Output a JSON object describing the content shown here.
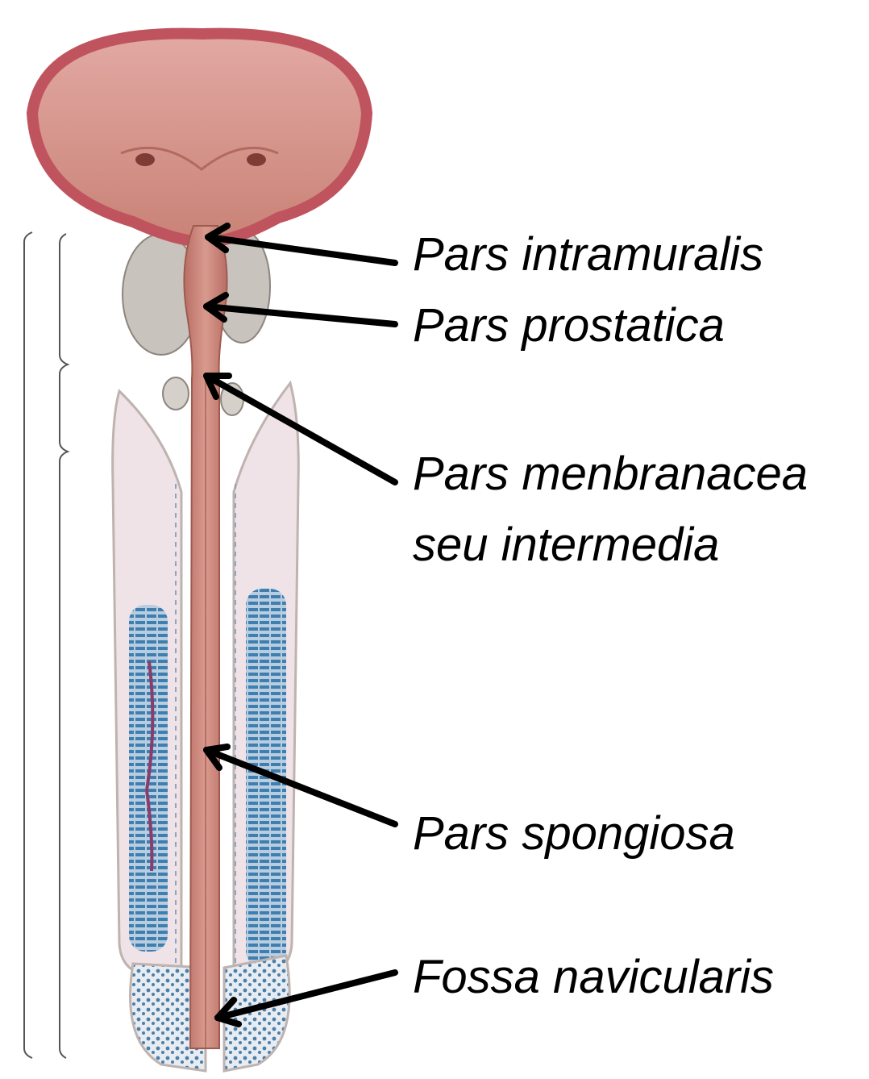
{
  "labels": {
    "intramuralis": "Pars intramuralis",
    "prostatica": "Pars prostatica",
    "membranacea_line1": "Pars menbranacea",
    "membranacea_line2": "seu  intermedia",
    "spongiosa": "Pars spongiosa",
    "fossa": "Fossa navicularis"
  },
  "colors": {
    "arrow": "#000000",
    "bladder_wall": "#c96b72",
    "mucosa": "#d9968f",
    "prostate": "#c9c3bd",
    "corpus_fill": "#efe3e8",
    "corpus_outline": "#cfc6c3",
    "spongy_blue": "#3f7fb0",
    "urethra": "#c98276"
  }
}
